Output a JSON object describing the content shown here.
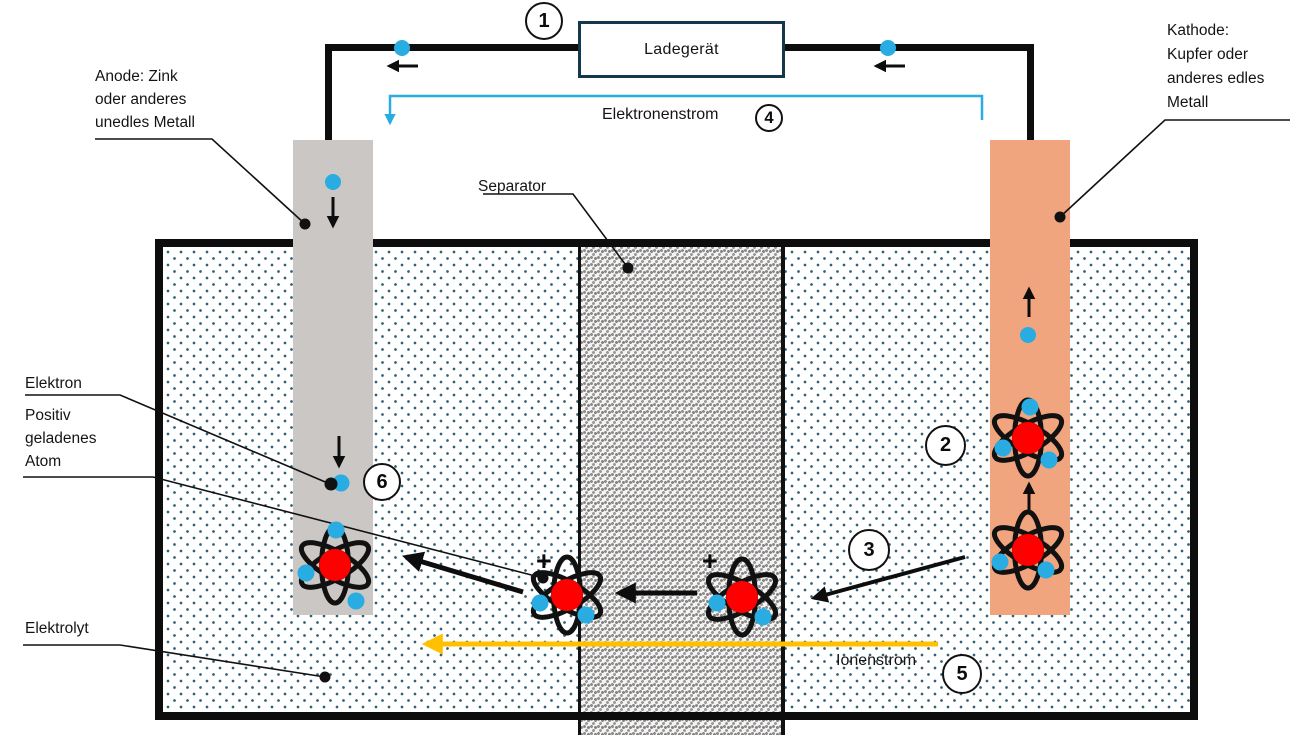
{
  "diagram": {
    "charger_label": "Ladegerät",
    "electron_flow_label": "Elektronenstrom",
    "ion_flow_label": "Ionenstrom",
    "anode_label": "Anode: Zink\noder anderes\nunedles Metall",
    "cathode_label": "Kathode:\nKupfer oder\nanderes edles\nMetall",
    "separator_label": "Separator",
    "electron_label": "Elektron",
    "positive_atom_label": "Positiv\ngeladenes\nAtom",
    "electrolyte_label": "Elektrolyt",
    "plus_sign": "+"
  },
  "step_markers": {
    "s1": "1",
    "s2": "2",
    "s3": "3",
    "s4": "4",
    "s5": "5",
    "s6": "6"
  },
  "colors": {
    "electron_blue": "#28ace2",
    "ion_yellow": "#ffc000",
    "anode_gray": "#cbc7c5",
    "cathode_copper": "#f0a57e",
    "nucleus_red": "#ff0000",
    "charger_border_navy": "#15384c",
    "wire_black": "#0d0d0d",
    "electrolyte_dot_teal": "#2e6173"
  }
}
